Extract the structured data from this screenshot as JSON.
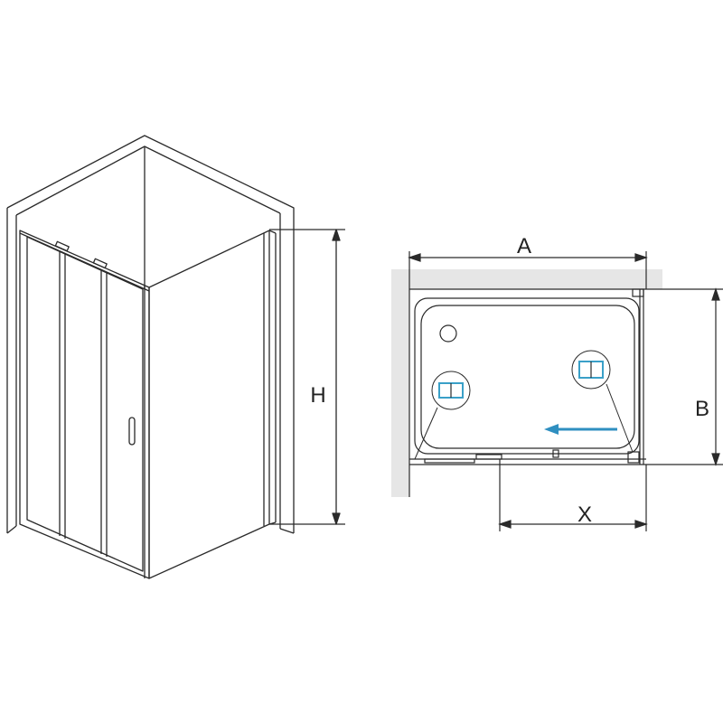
{
  "dimensions": {
    "height_label": "H",
    "width_label": "A",
    "depth_label": "B",
    "opening_label": "X"
  },
  "colors": {
    "line": "#2a2a2a",
    "wall_fill": "#e6e6e6",
    "detail_accent": "#3aa0c8",
    "arrow": "#2f8fc0"
  },
  "icons": {
    "direction_arrow": "arrow-left-icon",
    "callout_left": "profile-detail-left-icon",
    "callout_right": "profile-detail-right-icon",
    "drain": "drain-icon"
  }
}
